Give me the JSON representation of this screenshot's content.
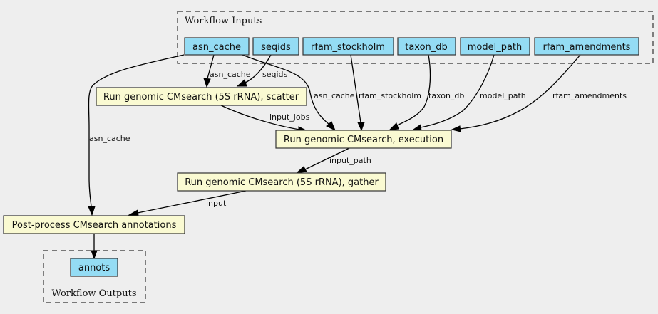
{
  "clusters": {
    "inputs_label": "Workflow Inputs",
    "outputs_label": "Workflow Outputs"
  },
  "inputs": [
    {
      "id": "asn_cache",
      "label": "asn_cache"
    },
    {
      "id": "seqids",
      "label": "seqids"
    },
    {
      "id": "rfam_stockholm",
      "label": "rfam_stockholm"
    },
    {
      "id": "taxon_db",
      "label": "taxon_db"
    },
    {
      "id": "model_path",
      "label": "model_path"
    },
    {
      "id": "rfam_amendments",
      "label": "rfam_amendments"
    }
  ],
  "steps": {
    "scatter": "Run genomic CMsearch (5S rRNA), scatter",
    "execution": "Run genomic CMsearch, execution",
    "gather": "Run genomic CMsearch (5S rRNA), gather",
    "postprocess": "Post-process CMsearch annotations"
  },
  "outputs": [
    {
      "id": "annots",
      "label": "annots"
    }
  ],
  "edges": {
    "asn_cache_to_scatter": "asn_cache",
    "seqids_to_scatter": "seqids",
    "asn_cache_to_execution": "asn_cache",
    "rfam_stockholm_to_execution": "rfam_stockholm",
    "taxon_db_to_execution": "taxon_db",
    "model_path_to_execution": "model_path",
    "rfam_amendments_to_execution": "rfam_amendments",
    "scatter_to_execution": "input_jobs",
    "execution_to_gather": "input_path",
    "gather_to_postprocess": "input",
    "asn_cache_to_postprocess": "asn_cache"
  },
  "colors": {
    "input_fill": "#94dcf4",
    "step_fill": "#fafad2",
    "background": "#eeeeee"
  }
}
